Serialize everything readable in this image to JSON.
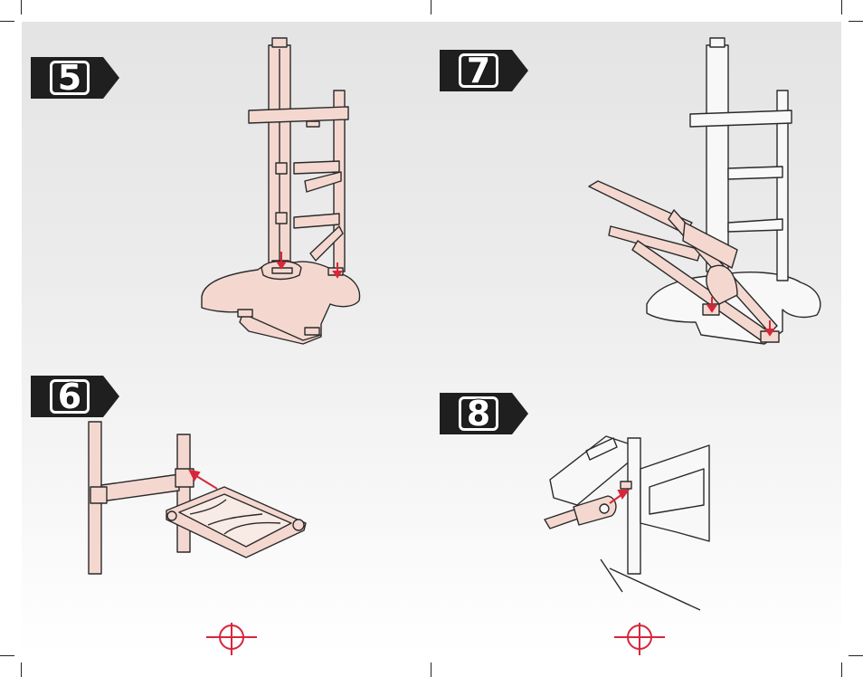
{
  "steps": [
    {
      "number": "5",
      "illustration": "base-tower-assembly"
    },
    {
      "number": "6",
      "illustration": "platform-attach"
    },
    {
      "number": "7",
      "illustration": "ladder-frame-attach"
    },
    {
      "number": "8",
      "illustration": "crank-handle-insert"
    }
  ],
  "colors": {
    "part_fill": "#f4d8d0",
    "part_stroke": "#2a2a2a",
    "arrow": "#d8263a",
    "badge": "#1f1f1f",
    "registration_mark": "#d8263a"
  }
}
